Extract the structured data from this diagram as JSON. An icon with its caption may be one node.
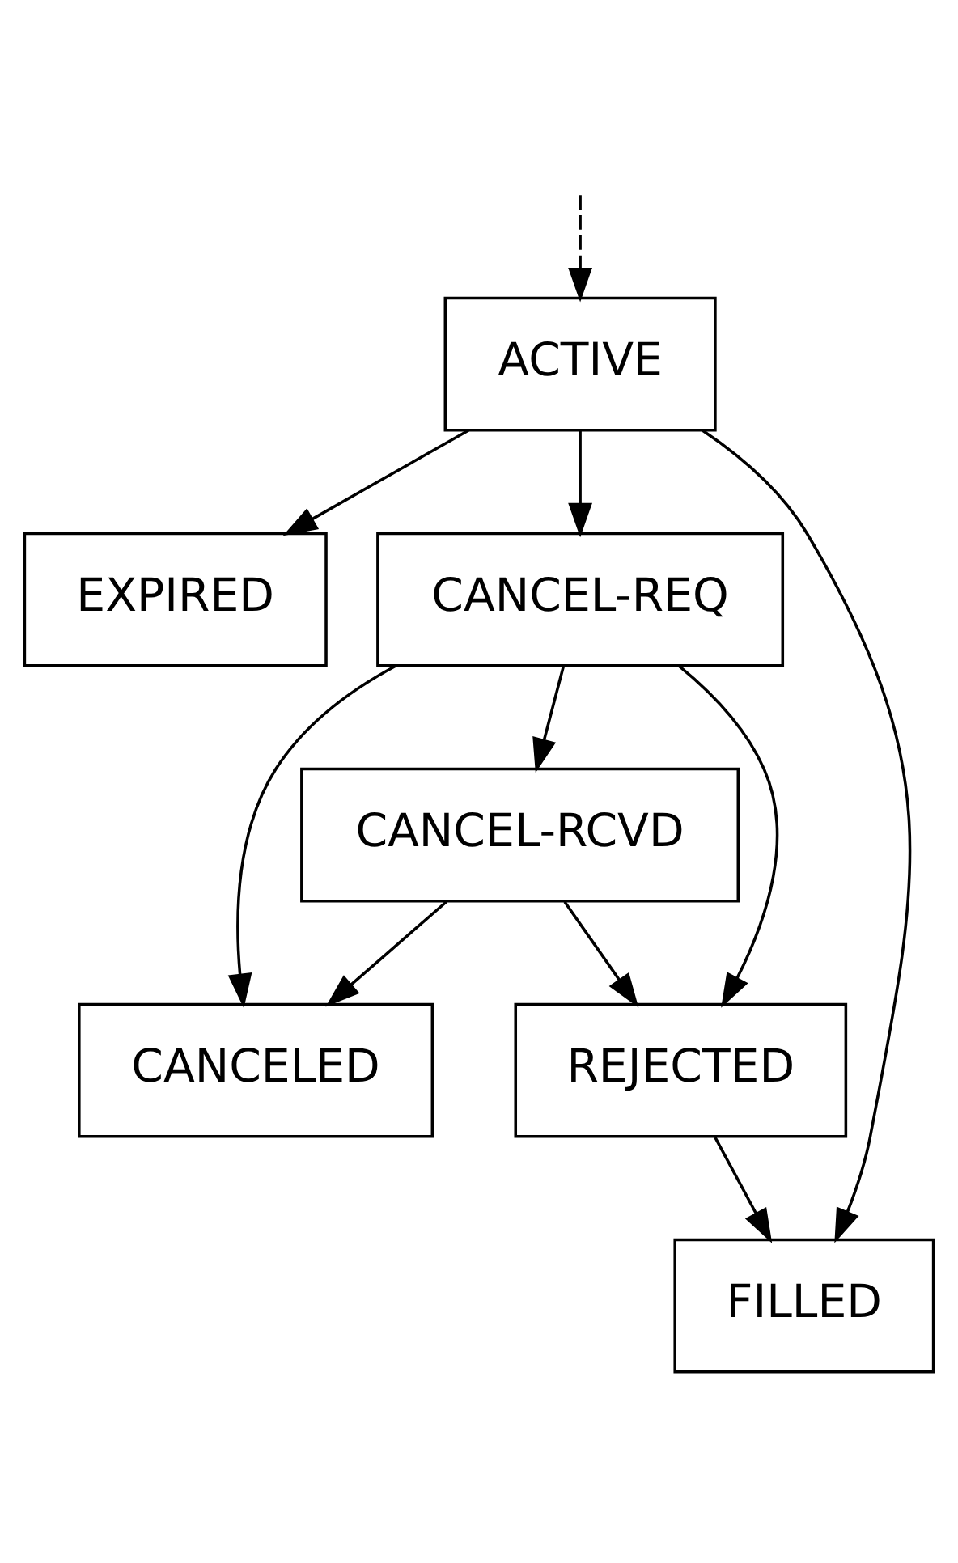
{
  "diagram": {
    "nodes": [
      {
        "text": [
          "ACTIVE"
        ]
      },
      {
        "text": [
          "EXPIRED"
        ]
      },
      {
        "text": [
          "CANCEL-REQ"
        ]
      },
      {
        "text": [
          "CANCEL-RCVD"
        ]
      },
      {
        "text": [
          "CANCELED"
        ]
      },
      {
        "text": [
          "REJECTED"
        ]
      },
      {
        "text": [
          "FILLED"
        ]
      }
    ],
    "edges": [
      {
        "from": null,
        "to": 0,
        "arrow": "to",
        "style": "dashed"
      },
      {
        "from": 0,
        "to": 1,
        "arrow": "to"
      },
      {
        "from": 0,
        "to": 2,
        "arrow": "to"
      },
      {
        "from": 0,
        "to": 6,
        "arrow": "to"
      },
      {
        "from": 2,
        "to": 4,
        "arrow": "to"
      },
      {
        "from": 2,
        "to": 3,
        "arrow": "to"
      },
      {
        "from": 2,
        "to": 5,
        "arrow": "to"
      },
      {
        "from": 3,
        "to": 4,
        "arrow": "to"
      },
      {
        "from": 3,
        "to": 5,
        "arrow": "to"
      },
      {
        "from": 5,
        "to": 6,
        "arrow": "to"
      }
    ]
  }
}
